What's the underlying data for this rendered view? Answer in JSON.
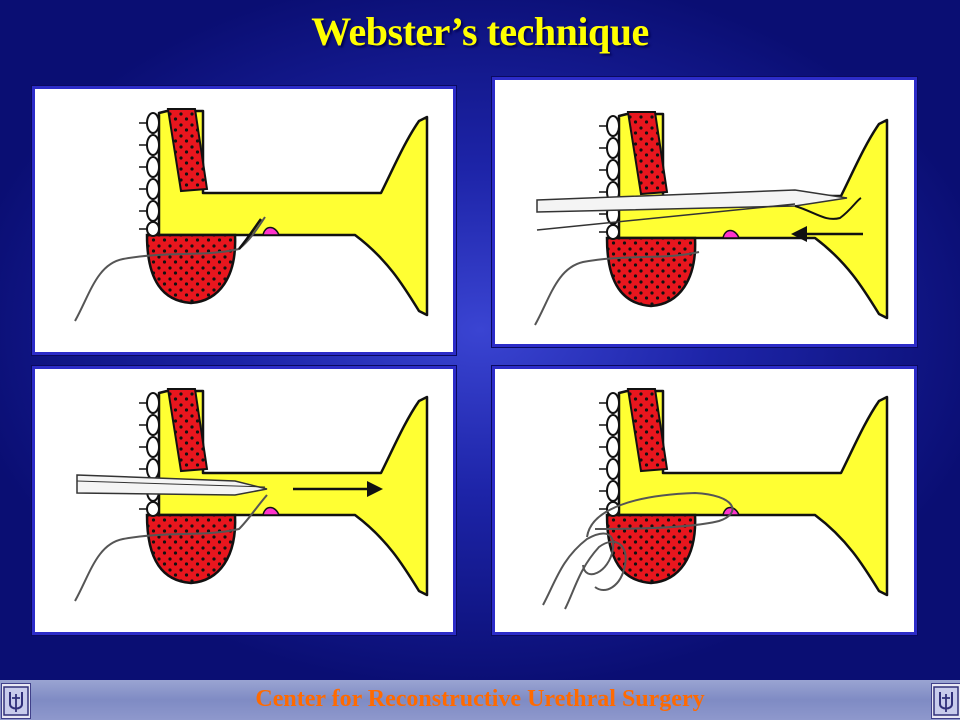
{
  "slide": {
    "title": "Webster’s technique",
    "footer": "Center for Reconstructive Urethral Surgery"
  },
  "panels": [
    {
      "id": "panel-1",
      "instruments": "none",
      "arrow": "none"
    },
    {
      "id": "panel-2",
      "instruments": "forceps",
      "arrow": "left"
    },
    {
      "id": "panel-3",
      "instruments": "forceps",
      "arrow": "right"
    },
    {
      "id": "panel-4",
      "instruments": "none",
      "arrow": "none"
    }
  ],
  "colors": {
    "background": "#1d24a8",
    "title": "#ffff00",
    "urethra": "#ffff33",
    "tissue": "#e8161e",
    "verumontanum": "#ff33cc",
    "footer_text": "#ff6a00"
  },
  "icons": [
    "center-logo-icon"
  ]
}
